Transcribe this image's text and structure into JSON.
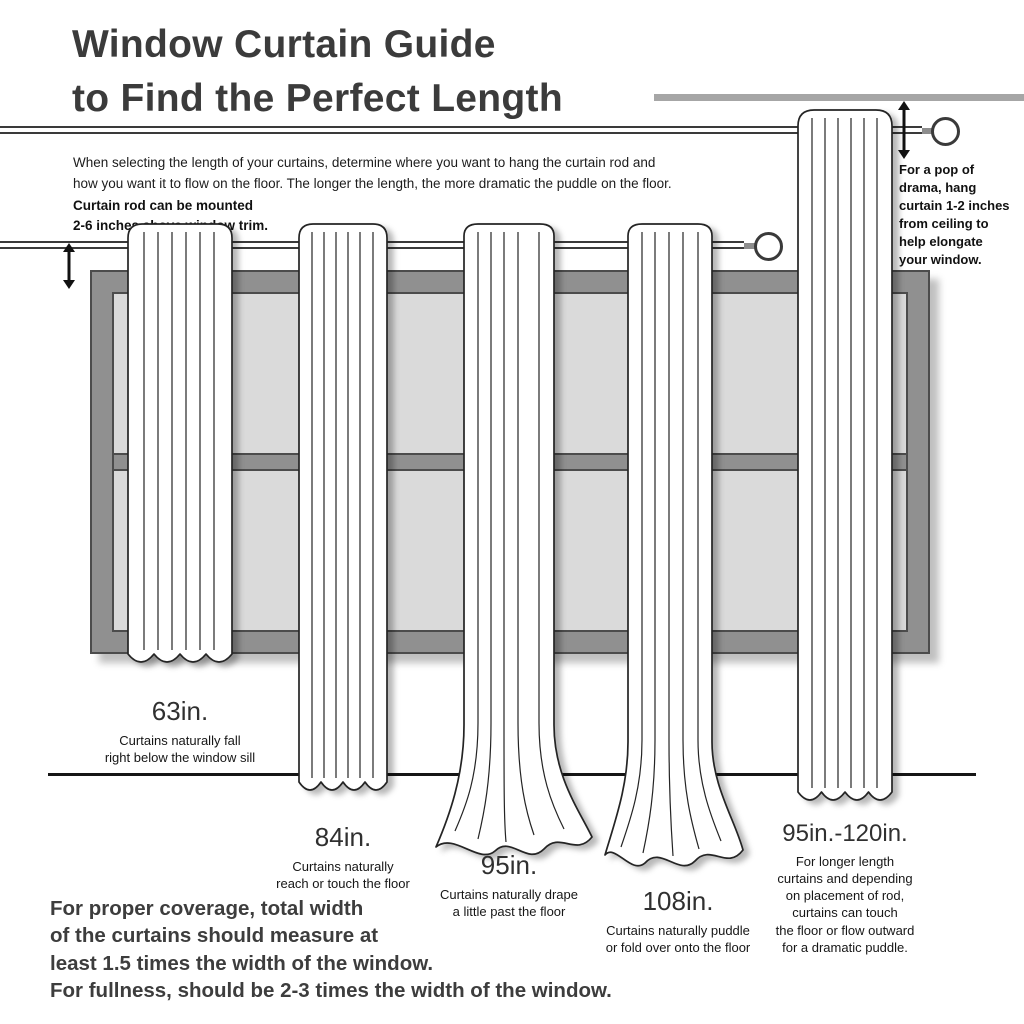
{
  "title": "Window Curtain Guide\nto Find the Perfect Length",
  "intro": "When selecting the length of your curtains, determine where you want to hang the curtain rod and\nhow you want it to flow on the floor. The longer the length, the more dramatic the puddle on the floor.",
  "rod_note": "Curtain rod can be mounted\n2-6 inches above window trim.",
  "ceiling_note": "For a pop of\ndrama, hang\ncurtain 1-2 inches\nfrom ceiling to\nhelp elongate\nyour window.",
  "curtains": [
    {
      "length": "63in.",
      "description": "Curtains naturally fall\nright below the window sill"
    },
    {
      "length": "84in.",
      "description": "Curtains naturally\nreach or touch the floor"
    },
    {
      "length": "95in.",
      "description": "Curtains naturally drape\na little past the floor"
    },
    {
      "length": "108in.",
      "description": "Curtains naturally puddle\nor fold over onto the floor"
    },
    {
      "length": "95in.-120in.",
      "description": "For longer length\ncurtains and depending\non placement of rod,\ncurtains can touch\nthe floor or flow outward\nfor a dramatic puddle."
    }
  ],
  "footer": "For proper coverage, total width\nof the curtains should measure at\nleast 1.5 times the width of the window.\nFor fullness, should be 2-3 times the width of the window.",
  "colors": {
    "title_text": "#3b3b3b",
    "line_dark": "#242424",
    "window_frame_gray": "#909090",
    "window_glass_gray": "#dadada",
    "ceiling_gray": "#a6a6a6"
  }
}
